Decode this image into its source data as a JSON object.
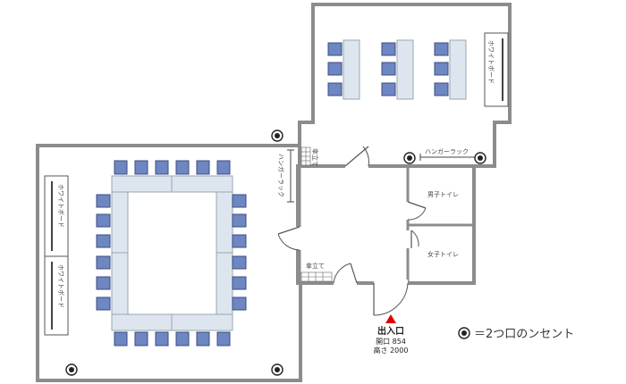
{
  "labels": {
    "whiteboard": "ホワイトボード",
    "hanger_rack": "ハンガーラック",
    "umbrella_stand": "傘立て",
    "mens_restroom": "男子トイレ",
    "womens_restroom": "女子トイレ"
  },
  "entrance": {
    "title": "出入口",
    "opening": "開口 854",
    "height": "高さ 2000"
  },
  "legend": {
    "text": "＝2つ口のンセント",
    "icon": "outlet-icon"
  },
  "colors": {
    "wall": "#8c8c8c",
    "chair": "#6e86c2",
    "table": "#dde6ef",
    "entrance_marker": "#e00000"
  }
}
